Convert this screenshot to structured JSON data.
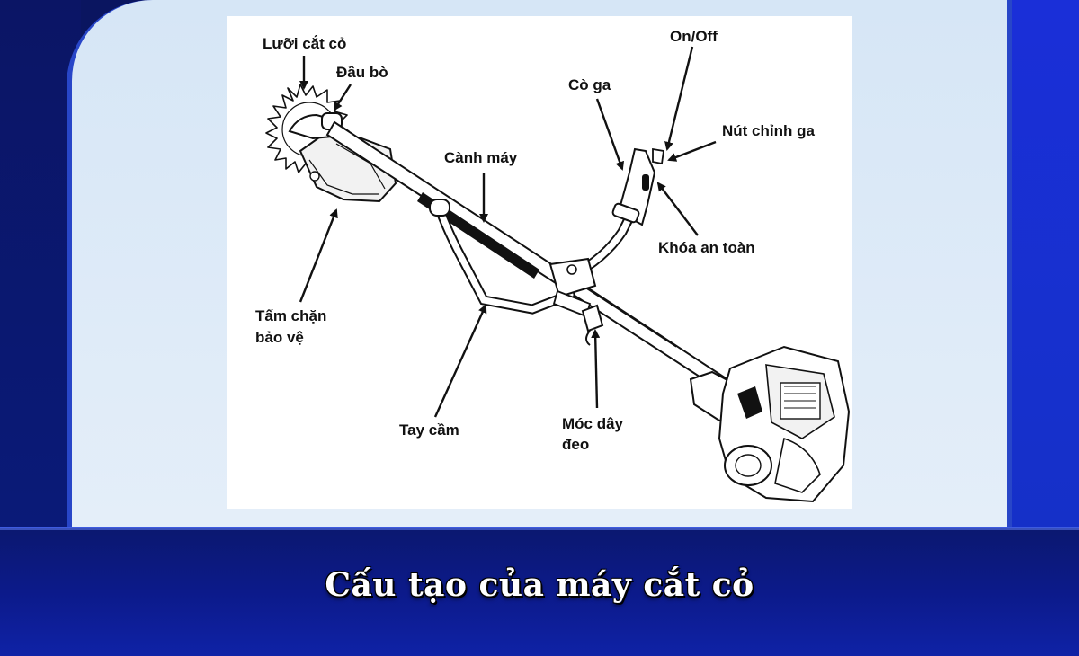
{
  "labels": {
    "blade": "Lưỡi cắt cỏ",
    "head": "Đầu bò",
    "guard_line1": "Tấm chặn",
    "guard_line2": "bảo vệ",
    "shaft": "Cành máy",
    "handle": "Tay cầm",
    "strap_hook_line1": "Móc dây",
    "strap_hook_line2": "đeo",
    "throttle": "Cò ga",
    "on_off": "On/Off",
    "throttle_adjust": "Nút chỉnh ga",
    "safety_lock": "Khóa an toàn"
  },
  "caption": "Cấu tạo của máy cắt cỏ"
}
